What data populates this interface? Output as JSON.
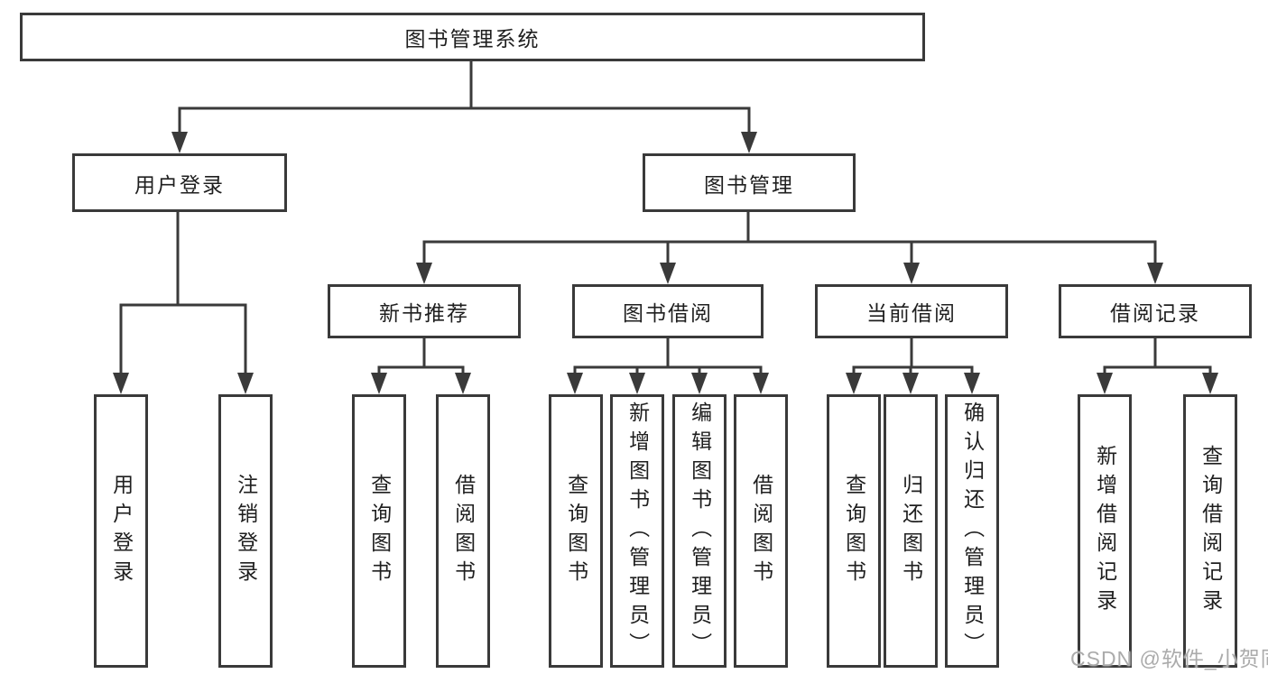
{
  "title": "图书管理系统",
  "branches": {
    "user_login": {
      "label": "用户登录",
      "children": [
        {
          "label": "用户登录"
        },
        {
          "label": "注销登录"
        }
      ]
    },
    "book_management": {
      "label": "图书管理",
      "sections": [
        {
          "label": "新书推荐",
          "children": [
            {
              "label": "查询图书"
            },
            {
              "label": "借阅图书"
            }
          ]
        },
        {
          "label": "图书借阅",
          "children": [
            {
              "label": "查询图书"
            },
            {
              "label": "新增图书（管理员）"
            },
            {
              "label": "编辑图书（管理员）"
            },
            {
              "label": "借阅图书"
            }
          ]
        },
        {
          "label": "当前借阅",
          "children": [
            {
              "label": "查询图书"
            },
            {
              "label": "归还图书"
            },
            {
              "label": "确认归还（管理员）"
            }
          ]
        },
        {
          "label": "借阅记录",
          "children": [
            {
              "label": "新增借阅记录"
            },
            {
              "label": "查询借阅记录"
            }
          ]
        }
      ]
    }
  },
  "watermark": "CSDN @软件_小贺同学",
  "colors": {
    "line": "#3a3a3a",
    "text": "#1f1f1f",
    "watermark": "#ababab",
    "background": "#ffffff"
  }
}
